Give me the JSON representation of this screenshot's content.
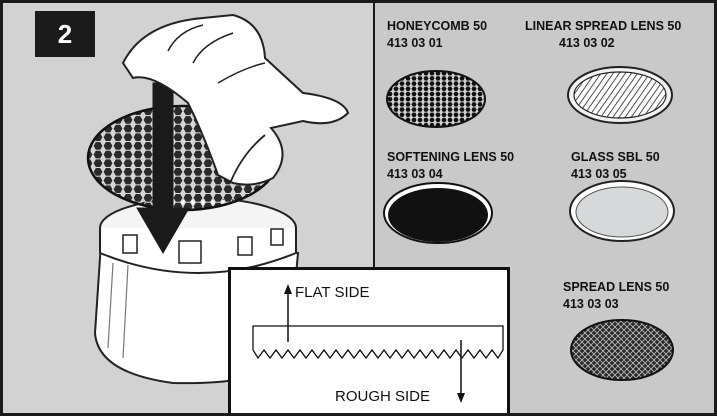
{
  "step": "2",
  "lenses": [
    {
      "name": "HONEYCOMB 50",
      "code": "413 03 01",
      "pattern": "honeycomb"
    },
    {
      "name": "LINEAR SPREAD LENS 50",
      "code": "413 03 02",
      "pattern": "linear"
    },
    {
      "name": "SOFTENING LENS 50",
      "code": "413 03 04",
      "pattern": "solid-dark"
    },
    {
      "name": "GLASS SBL 50",
      "code": "413 03 05",
      "pattern": "clear"
    },
    {
      "name": "SPREAD LENS 50",
      "code": "413 03 03",
      "pattern": "crosshatch"
    }
  ],
  "inset": {
    "top_label": "FLAT SIDE",
    "bottom_label": "ROUGH SIDE"
  },
  "colors": {
    "background": "#d2d2d2",
    "panel": "#c9c9c9",
    "badge": "#1b1b1b",
    "ink": "#111111"
  }
}
